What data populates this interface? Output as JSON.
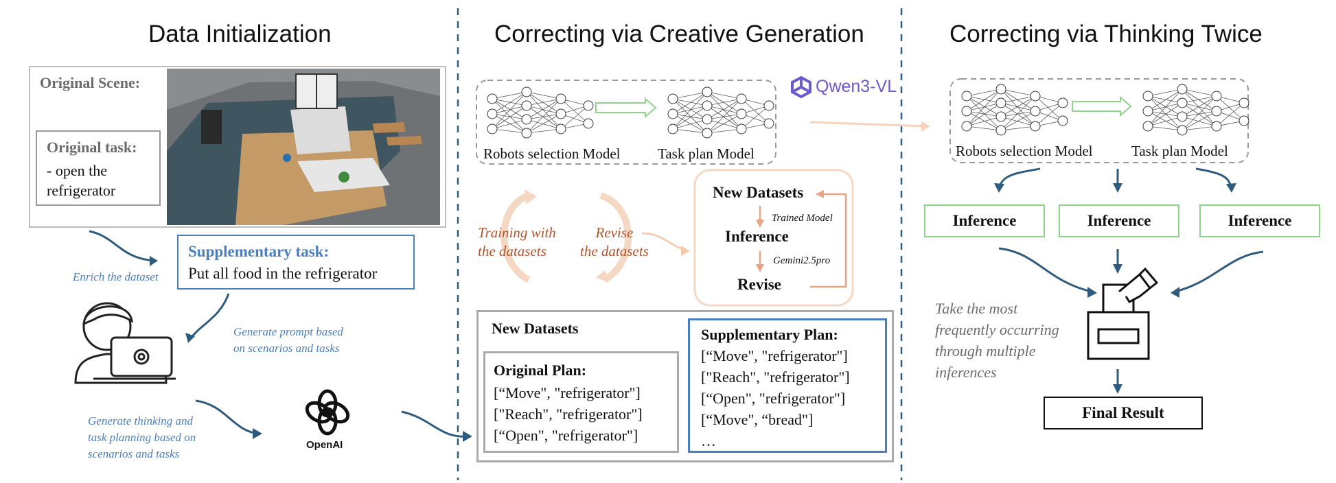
{
  "sections": {
    "data_init": "Data Initialization",
    "creative": "Correcting via Creative Generation",
    "thinking": "Correcting via Thinking Twice"
  },
  "left": {
    "original_scene_label": "Original Scene:",
    "original_task_label": "Original task:",
    "original_task_lines": [
      "- open the",
      "refrigerator"
    ],
    "enrich": "Enrich the dataset",
    "supp_task_label": "Supplementary task:",
    "supp_task_text": "Put all food in the refrigerator",
    "gen_prompt": [
      "Generate prompt based",
      "on scenarios and tasks"
    ],
    "gen_thinking": [
      "Generate thinking and",
      "task planning based on",
      "scenarios and tasks"
    ],
    "openai_label": "OpenAI"
  },
  "middle": {
    "robots_model": "Robots selection Model",
    "task_model": "Task plan Model",
    "qwen_label": "Qwen3-VL",
    "training": [
      "Training with",
      "the datasets"
    ],
    "revise_ds": [
      "Revise",
      "the datasets"
    ],
    "cycle_new": "New Datasets",
    "cycle_trained": "Trained Model",
    "cycle_inference": "Inference",
    "cycle_gemini": "Gemini2.5pro",
    "cycle_revise": "Revise",
    "new_datasets": "New Datasets",
    "original_plan_label": "Original Plan:",
    "original_plan": [
      "[“Move\", \"refrigerator\"]",
      "[\"Reach\", \"refrigerator\"]",
      "[“Open\", \"refrigerator\"]"
    ],
    "supp_plan_label": "Supplementary Plan:",
    "supp_plan": [
      "[“Move\", \"refrigerator\"]",
      "[\"Reach\", \"refrigerator\"]",
      "[“Open\", \"refrigerator\"]",
      "[“Move\", “bread\"]",
      "…"
    ]
  },
  "right": {
    "robots_model": "Robots selection Model",
    "task_model": "Task plan Model",
    "inference": [
      "Inference",
      "Inference",
      "Inference"
    ],
    "take_most": [
      "Take the most",
      "frequently occurring",
      "through multiple",
      "inferences"
    ],
    "final_result": "Final Result"
  },
  "colors": {
    "dash_line": "#2f5b7e",
    "arrow_dark": "#2f5b7e",
    "blue_text": "#4a7fbf",
    "orange_text": "#b5532a",
    "green_border": "#8fd38a",
    "peach": "#f5c8a8",
    "qwen": "#6a5acd"
  }
}
